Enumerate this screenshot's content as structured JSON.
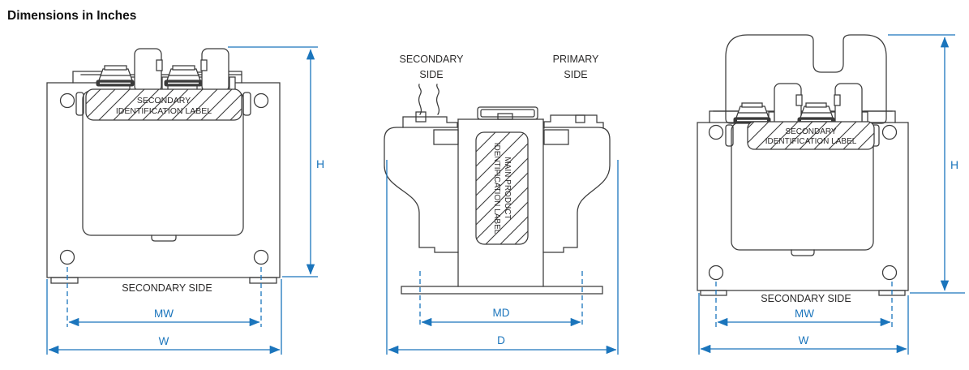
{
  "title": "Dimensions in Inches",
  "colors": {
    "drawing_line": "#3a3a3a",
    "label_text": "#2b2a2a",
    "dimension_blue": "#1b75bc"
  },
  "front_view": {
    "id_label_line1": "SECONDARY",
    "id_label_line2": "IDENTIFICATION LABEL",
    "bottom_label": "SECONDARY SIDE",
    "dim_height": "H",
    "dim_mounting_width": "MW",
    "dim_width": "W"
  },
  "side_view": {
    "left_label_line1": "SECONDARY",
    "left_label_line2": "SIDE",
    "right_label_line1": "PRIMARY",
    "right_label_line2": "SIDE",
    "id_label_line1": "MAIN PRODUCT",
    "id_label_line2": "IDENTIFICATION LABEL",
    "dim_mounting_depth": "MD",
    "dim_depth": "D"
  },
  "capped_view": {
    "id_label_line1": "SECONDARY",
    "id_label_line2": "IDENTIFICATION LABEL",
    "bottom_label": "SECONDARY SIDE",
    "dim_height": "H",
    "dim_mounting_width": "MW",
    "dim_width": "W"
  }
}
